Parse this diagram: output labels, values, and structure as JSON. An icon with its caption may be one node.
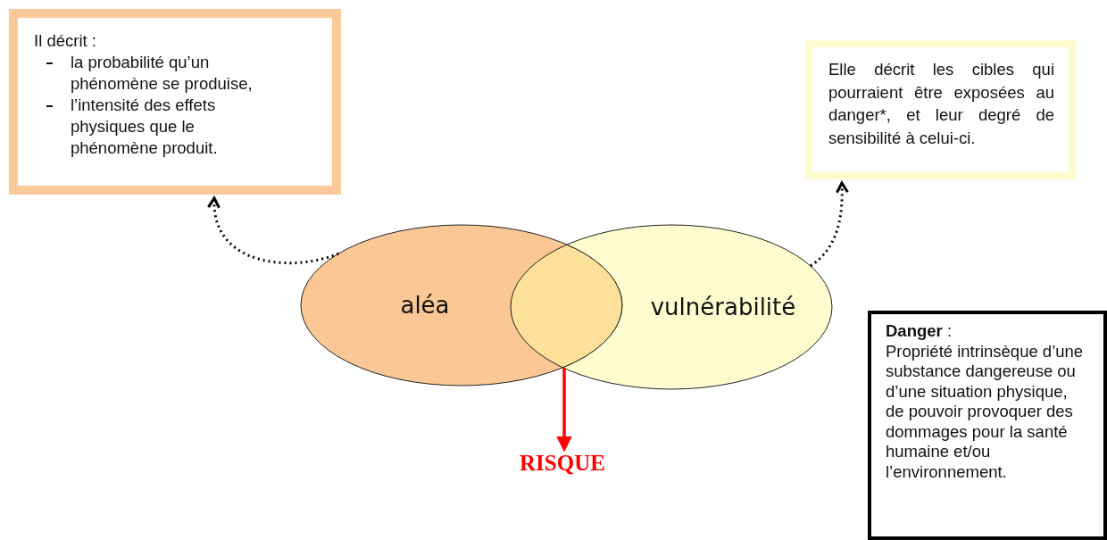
{
  "diagram": {
    "nodes": [
      {
        "text": [
          "Il décrit :",
          "la probabilité qu’un phénomène se produise,",
          "l’intensité des effets physiques que le phénomène produit."
        ]
      },
      {
        "text": [
          "Elle décrit les cibles qui pourraient être exposées au danger*, et leur degré de sensibilité à celui-ci."
        ]
      },
      {
        "text": [
          "aléa"
        ]
      },
      {
        "text": [
          "vulnérabilité"
        ]
      },
      {
        "text": [],
        "shape": "lens"
      },
      {
        "text": [
          "RISQUE"
        ]
      },
      {
        "text": [
          "**Danger** :",
          "Propriété intrinsèque d’une substance dangereuse ou d’une situation physique, de pouvoir provoquer des dommages pour la santé humaine et/ou l’environnement."
        ]
      }
    ],
    "edges": [
      {
        "from": 2,
        "to": 0,
        "arrow": "to",
        "style": "dashed"
      },
      {
        "from": 3,
        "to": 1,
        "arrow": "to",
        "style": "dashed"
      },
      {
        "from": 4,
        "to": 5,
        "arrow": "to",
        "color": "#ff0000"
      }
    ]
  }
}
